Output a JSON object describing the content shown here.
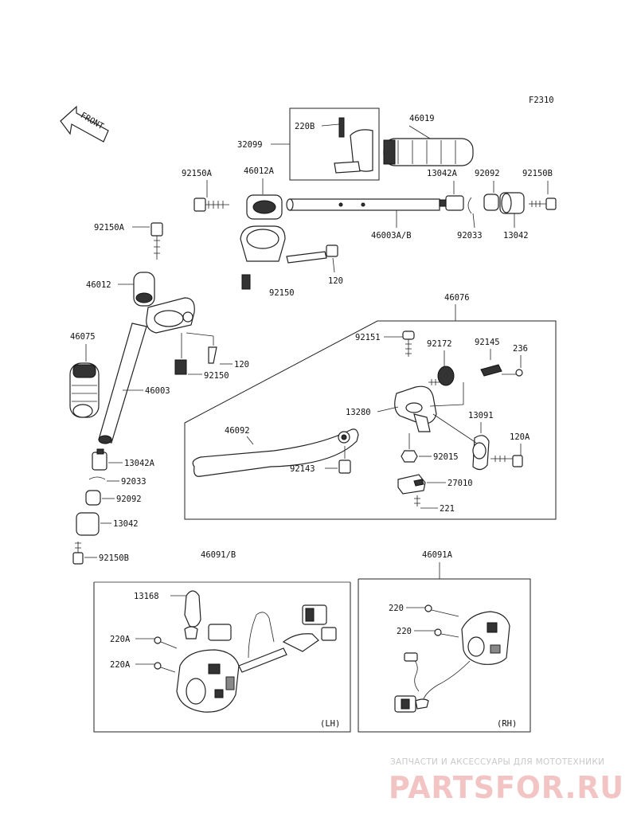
{
  "figure_code": "F2310",
  "front_arrow_text": "FRONT",
  "labels": {
    "p32099": "32099",
    "p220B": "220B",
    "p46019": "46019",
    "p92150A_top": "92150A",
    "p46012A": "46012A",
    "p13042A_top": "13042A",
    "p92092_top": "92092",
    "p92150B_top": "92150B",
    "p46003AB": "46003A/B",
    "p92033_top": "92033",
    "p13042_top": "13042",
    "p120_top": "120",
    "p92150_top": "92150",
    "p92150A_left": "92150A",
    "p46012": "46012",
    "p46075": "46075",
    "p120_left": "120",
    "p92150_left": "92150",
    "p46003": "46003",
    "p13042A_left": "13042A",
    "p92033_left": "92033",
    "p92092_left": "92092",
    "p13042_left": "13042",
    "p92150B_left": "92150B",
    "p46076": "46076",
    "p92151": "92151",
    "p92172": "92172",
    "p92145": "92145",
    "p236": "236",
    "p13280": "13280",
    "p13091": "13091",
    "p46092": "46092",
    "p120A": "120A",
    "p92143": "92143",
    "p92015": "92015",
    "p27010": "27010",
    "p221": "221",
    "p46091B": "46091/B",
    "p46091A": "46091A",
    "p13168": "13168",
    "p220A_1": "220A",
    "p220A_2": "220A",
    "p220_1": "220",
    "p220_2": "220",
    "lh": "(LH)",
    "rh": "(RH)"
  },
  "watermark": {
    "tagline": "ЗАПЧАСТИ И АКСЕССУАРЫ ДЛЯ МОТОТЕХНИКИ",
    "brand": "PARTSFOR.RU"
  },
  "colors": {
    "line": "#222222",
    "watermark_text": "#c9c9c9",
    "watermark_brand": "#f2c4c4"
  }
}
